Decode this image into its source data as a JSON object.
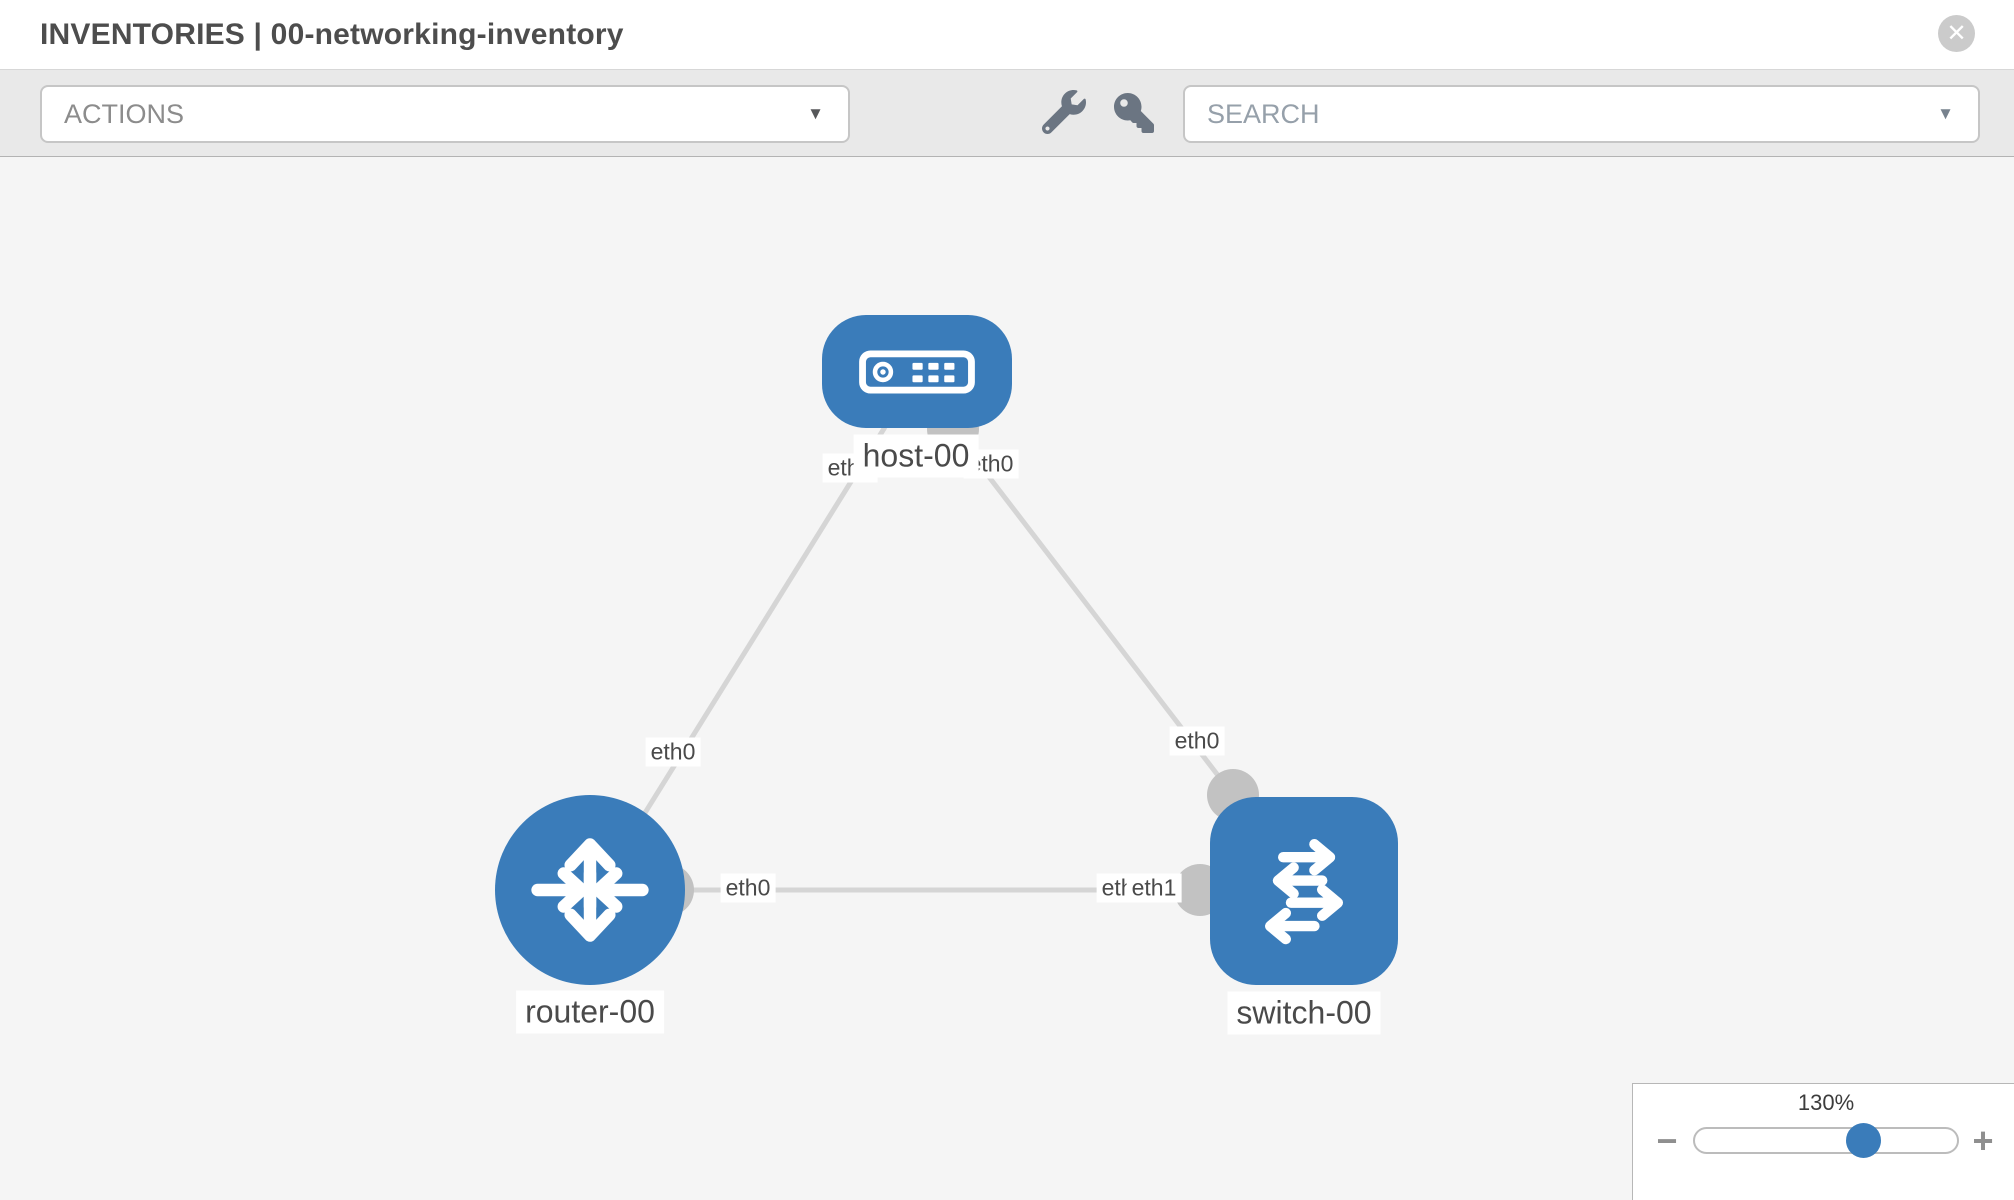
{
  "header": {
    "title": "INVENTORIES | 00-networking-inventory",
    "close_icon": "✕"
  },
  "toolbar": {
    "actions_label": "ACTIONS",
    "search_placeholder": "SEARCH",
    "caret": "▼",
    "icons": [
      "wrench-icon",
      "key-icon"
    ]
  },
  "topology": {
    "nodes": [
      {
        "id": "host-00",
        "type": "host",
        "label": "host-00"
      },
      {
        "id": "router-00",
        "type": "router",
        "label": "router-00"
      },
      {
        "id": "switch-00",
        "type": "switch",
        "label": "switch-00"
      }
    ],
    "links": [
      {
        "from": "host-00",
        "from_interface": "eth0",
        "to": "router-00",
        "to_interface": "eth0"
      },
      {
        "from": "host-00",
        "from_interface": "eth0",
        "to": "switch-00",
        "to_interface": "eth0"
      },
      {
        "from": "router-00",
        "from_interface": "eth0",
        "to": "switch-00",
        "to_interface": "eth1"
      }
    ],
    "port_labels": {
      "host_to_router_near_host": "eth0",
      "host_to_switch_near_host": "eth0",
      "host_to_router_near_router": "eth0",
      "host_to_switch_near_switch": "eth0",
      "router_to_switch_near_router": "eth0",
      "router_to_switch_near_switch_under": "eth0",
      "router_to_switch_near_switch": "eth1"
    }
  },
  "zoom_control": {
    "level": "130%",
    "percent_along_track": 64,
    "minus": "−",
    "plus": "+"
  },
  "colors": {
    "node_blue": "#3a7cba",
    "link_gray": "#d5d5d5",
    "interface_gray": "#c2c2c2",
    "toolbar_bg": "#e9e9e9",
    "canvas_bg": "#f5f5f5",
    "title_text": "#4d4d4d",
    "label_text": "#4a4a4a"
  }
}
